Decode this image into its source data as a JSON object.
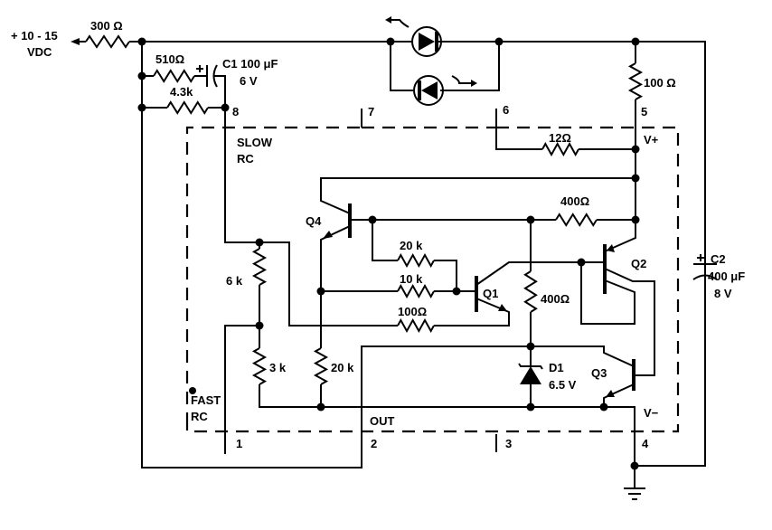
{
  "supply": {
    "line1": "+ 10 - 15",
    "line2": "VDC"
  },
  "resistors": {
    "r_supply": "300 Ω",
    "r_510": "510Ω",
    "r_4k3": "4.3k",
    "r_100_top": "100 Ω",
    "r_12": "12Ω",
    "r_400_top": "400Ω",
    "r_20k_h": "20 k",
    "r_10k": "10 k",
    "r_100": "100Ω",
    "r_6k": "6 k",
    "r_3k": "3 k",
    "r_20k_v": "20 k",
    "r_400_v": "400Ω"
  },
  "capacitors": {
    "c1_name": "C1 100 μF",
    "c1_voltage": "6 V",
    "c2_name": "C2",
    "c2_value": "400 μF",
    "c2_voltage": "8 V"
  },
  "diode": {
    "name": "D1",
    "voltage": "6.5 V"
  },
  "transistors": {
    "q1": "Q1",
    "q2": "Q2",
    "q3": "Q3",
    "q4": "Q4"
  },
  "labels": {
    "slow1": "SLOW",
    "slow2": "RC",
    "fast1": "FAST",
    "fast2": "RC",
    "out": "OUT",
    "vplus": "V+",
    "vminus": "V−"
  },
  "pins": [
    "1",
    "2",
    "3",
    "4",
    "5",
    "6",
    "7",
    "8"
  ]
}
